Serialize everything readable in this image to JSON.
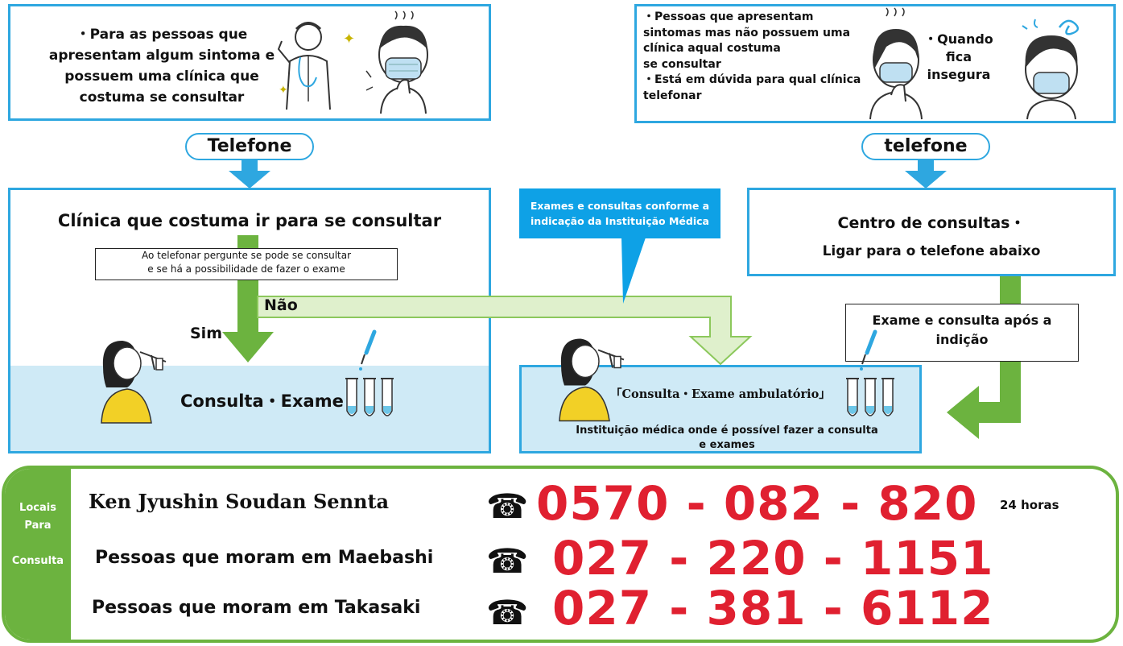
{
  "top_left": {
    "lines": [
      "・Para as pessoas que",
      "apresentam algum sintoma e",
      "possuem uma clínica que",
      "costuma se consultar"
    ],
    "figure_icon": "doctor-icon",
    "patient_icon": "masked-patient-icon"
  },
  "top_right": {
    "lines": [
      "・Pessoas que apresentam",
      "sintomas mas não possuem uma",
      "clínica aqual costuma",
      "se consultar",
      "・Está em dúvida para qual clínica",
      "telefonar"
    ],
    "side_lines": [
      "・Quando",
      "fica insegura"
    ]
  },
  "pill_left": "Telefone",
  "pill_right": "telefone",
  "left_clinic": {
    "title": "Clínica que costuma ir para se consultar",
    "note_lines": [
      "Ao telefonar pergunte se pode se consultar",
      "e se há a possibilidade de fazer o exame"
    ],
    "no_label": "Não",
    "yes_label": "Sim",
    "result": "Consulta・Exame"
  },
  "callout": {
    "lines": [
      "Exames e consultas conforme a",
      "indicação da Instituição Médica"
    ]
  },
  "right_center": {
    "line1": "Centro de consultas・",
    "line2": "Ligar para o telefone abaixo"
  },
  "after_note": {
    "lines": [
      "Exame e consulta após a",
      "indição"
    ]
  },
  "outpatient": {
    "title": "「Consulta・Exame ambulatório」",
    "desc_lines": [
      "Instituição médica onde é possível fazer a consulta",
      "e exames"
    ]
  },
  "contacts": {
    "side_label": [
      "Locais",
      "Para",
      "",
      "Consulta"
    ],
    "phone_icon": "telephone-icon",
    "rows": [
      {
        "name": "Ken Jyushin Soudan Sennta",
        "number": "0570 - 082 - 820",
        "note": "24 horas"
      },
      {
        "name": "Pessoas que moram em Maebashi",
        "number": "027 - 220 - 1151",
        "note": ""
      },
      {
        "name": "Pessoas que moram em Takasaki",
        "number": "027 - 381 - 6112",
        "note": ""
      }
    ]
  },
  "colors": {
    "blue": "#2ea7e0",
    "green": "#6cb33f",
    "light_green": "#dff0cc",
    "red": "#e02030",
    "light_blue": "#cfeaf6"
  }
}
